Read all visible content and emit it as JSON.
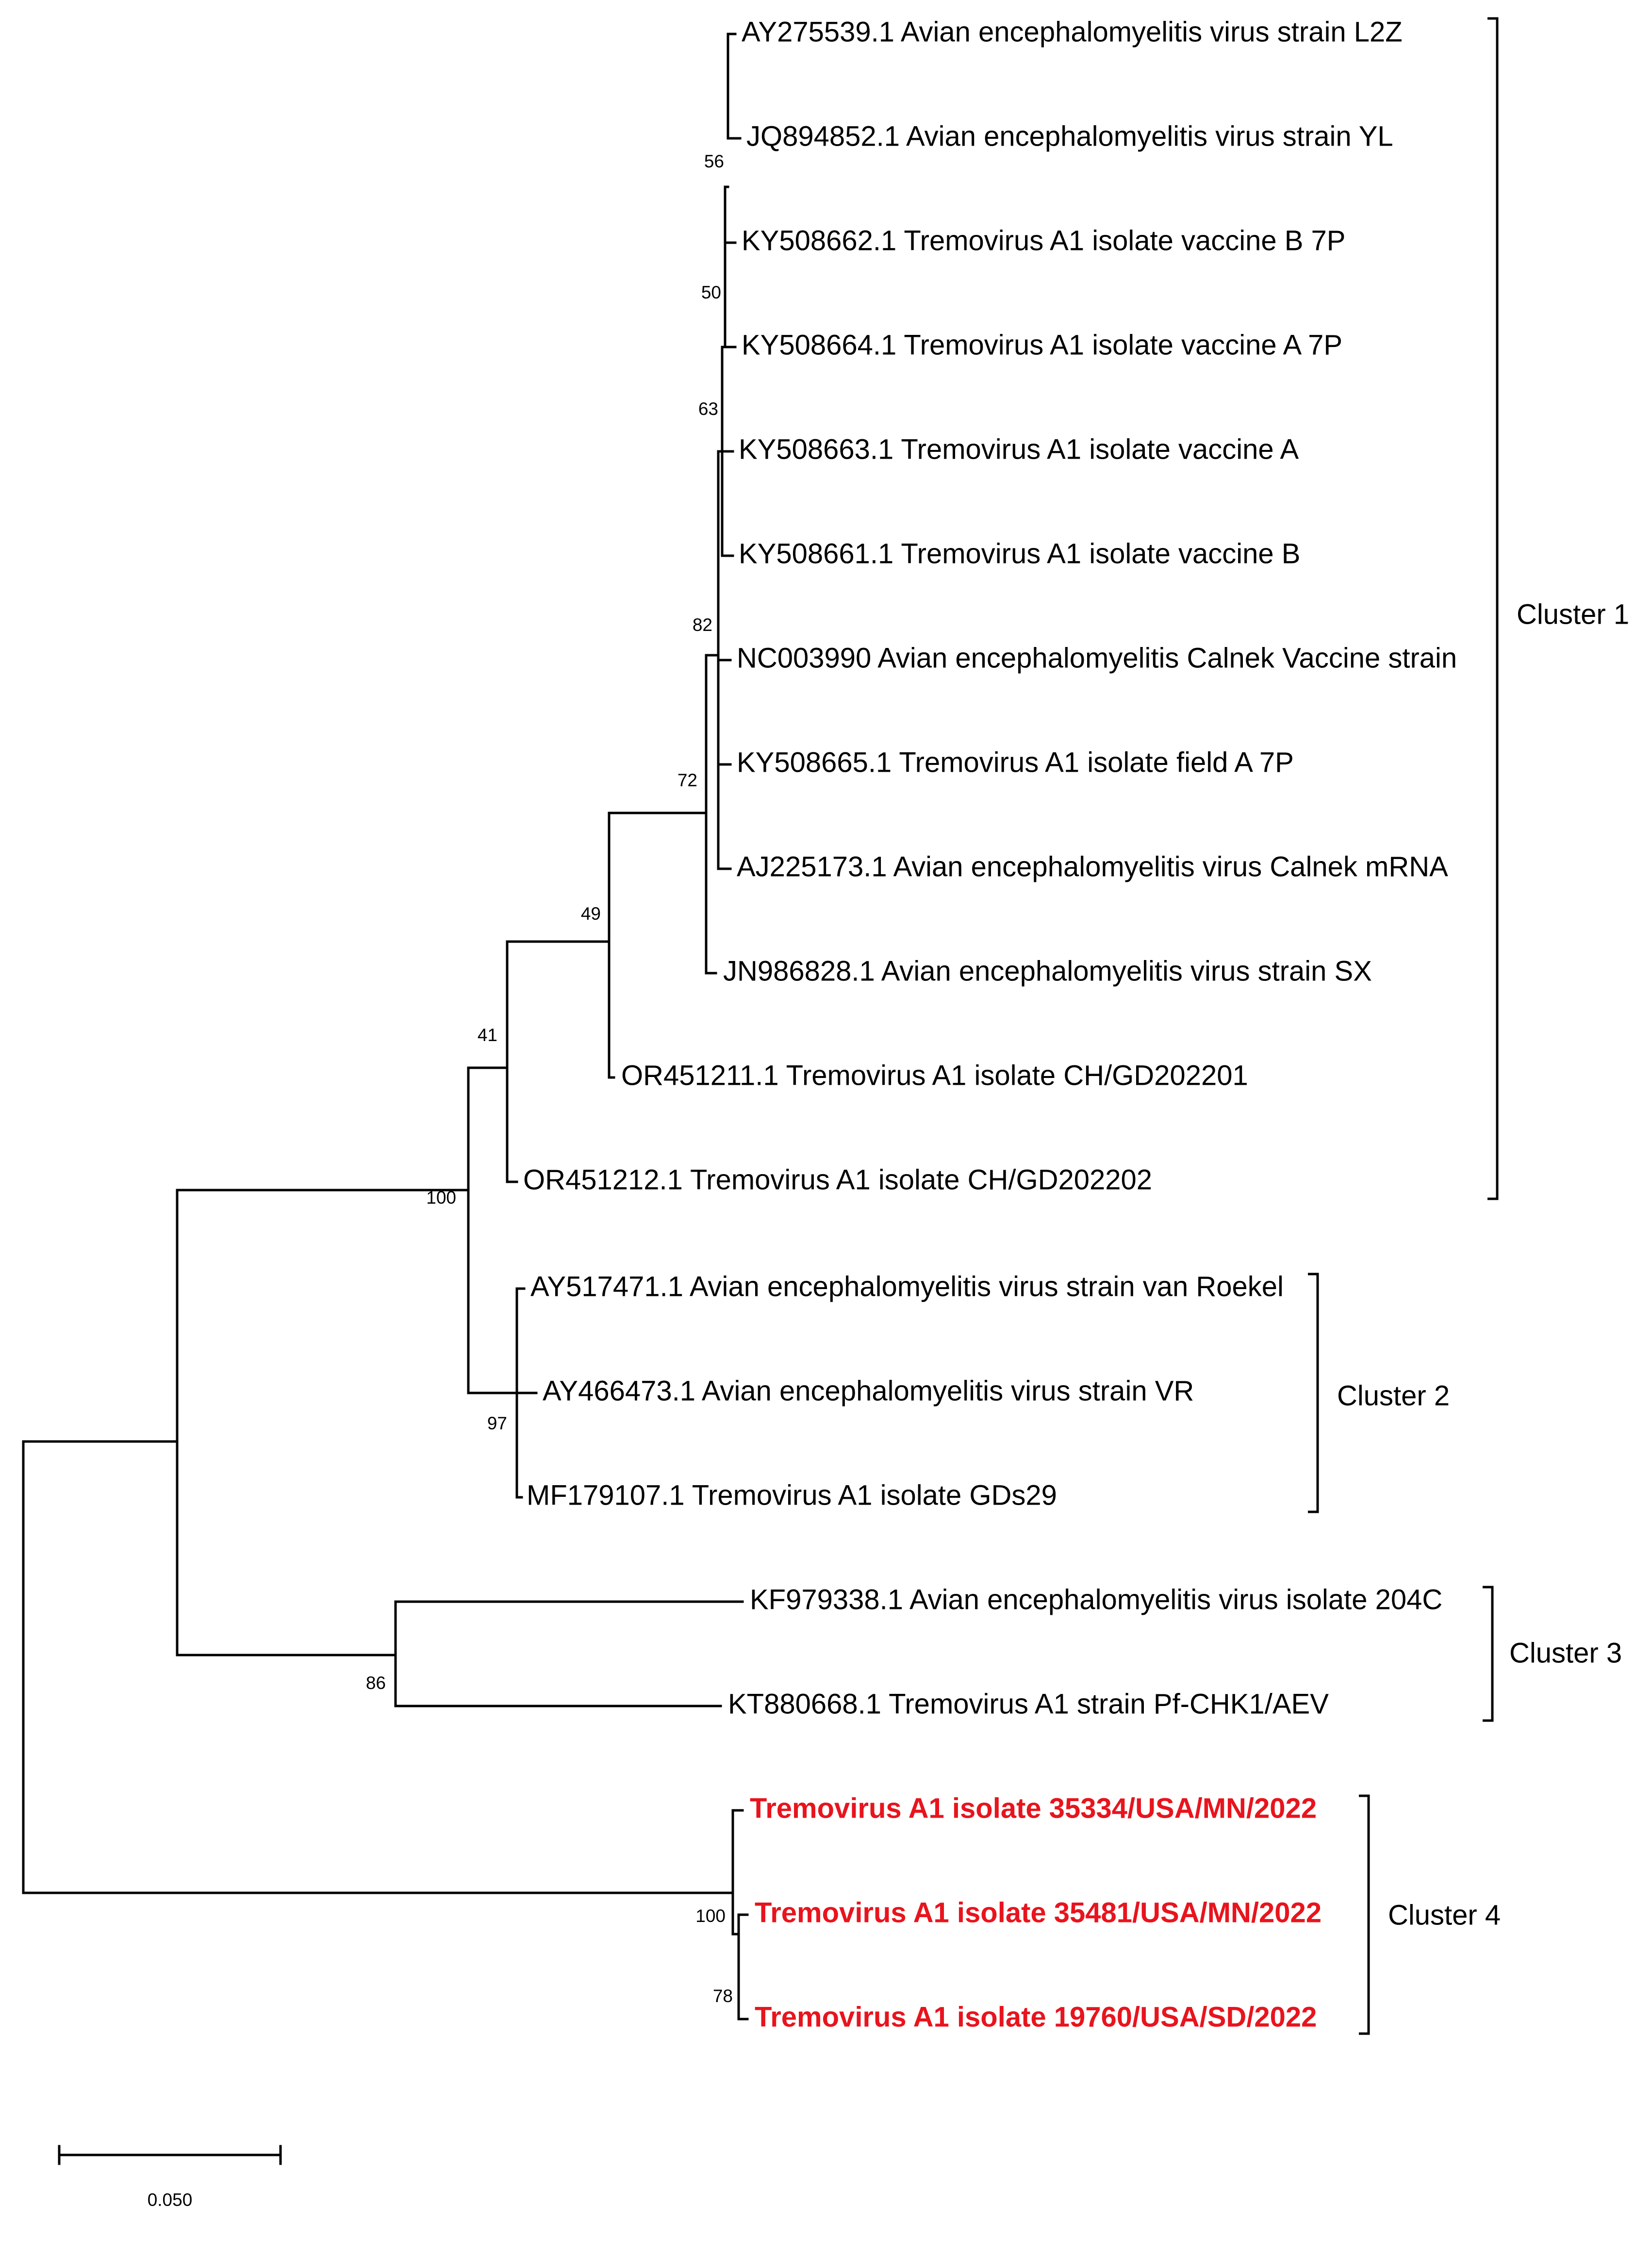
{
  "colors": {
    "line": "#000000",
    "highlight": "#e8141d"
  },
  "leaves": [
    {
      "id": "L1",
      "label": "AY275539.1 Avian encephalomyelitis virus strain L2Z"
    },
    {
      "id": "L2",
      "label": "JQ894852.1 Avian encephalomyelitis virus strain YL"
    },
    {
      "id": "L3",
      "label": "KY508662.1 Tremovirus A1 isolate vaccine B 7P"
    },
    {
      "id": "L4",
      "label": "KY508664.1 Tremovirus A1 isolate vaccine A 7P"
    },
    {
      "id": "L5",
      "label": "KY508663.1 Tremovirus A1 isolate vaccine A"
    },
    {
      "id": "L6",
      "label": "KY508661.1 Tremovirus A1 isolate vaccine B"
    },
    {
      "id": "L7",
      "label": "NC003990 Avian encephalomyelitis Calnek Vaccine strain"
    },
    {
      "id": "L8",
      "label": "KY508665.1 Tremovirus A1 isolate field A 7P"
    },
    {
      "id": "L9",
      "label": "AJ225173.1 Avian encephalomyelitis virus Calnek mRNA"
    },
    {
      "id": "L10",
      "label": "JN986828.1 Avian encephalomyelitis virus strain SX"
    },
    {
      "id": "L11",
      "label": "OR451211.1 Tremovirus A1 isolate CH/GD202201"
    },
    {
      "id": "L12",
      "label": "OR451212.1 Tremovirus A1 isolate CH/GD202202"
    },
    {
      "id": "L13",
      "label": "AY517471.1 Avian encephalomyelitis virus strain van Roekel"
    },
    {
      "id": "L14",
      "label": "AY466473.1 Avian encephalomyelitis virus strain VR"
    },
    {
      "id": "L15",
      "label": "MF179107.1 Tremovirus A1 isolate GDs29"
    },
    {
      "id": "L16",
      "label": "KF979338.1 Avian encephalomyelitis virus isolate 204C"
    },
    {
      "id": "L17",
      "label": "KT880668.1 Tremovirus A1 strain Pf-CHK1/AEV"
    },
    {
      "id": "L18",
      "label": "Tremovirus A1 isolate 35334/USA/MN/2022",
      "highlight": true
    },
    {
      "id": "L19",
      "label": "Tremovirus A1 isolate 35481/USA/MN/2022",
      "highlight": true
    },
    {
      "id": "L20",
      "label": "Tremovirus A1 isolate 19760/USA/SD/2022",
      "highlight": true
    }
  ],
  "bootstrap": [
    {
      "node": "n56",
      "value": "56"
    },
    {
      "node": "n50",
      "value": "50"
    },
    {
      "node": "n63",
      "value": "63"
    },
    {
      "node": "n82",
      "value": "82"
    },
    {
      "node": "n72",
      "value": "72"
    },
    {
      "node": "n49",
      "value": "49"
    },
    {
      "node": "n41",
      "value": "41"
    },
    {
      "node": "n100a",
      "value": "100"
    },
    {
      "node": "n97",
      "value": "97"
    },
    {
      "node": "n86",
      "value": "86"
    },
    {
      "node": "n100b",
      "value": "100"
    },
    {
      "node": "n78",
      "value": "78"
    }
  ],
  "clusters": [
    {
      "label": "Cluster 1",
      "from": "L1",
      "to": "L12"
    },
    {
      "label": "Cluster 2",
      "from": "L13",
      "to": "L15"
    },
    {
      "label": "Cluster 3",
      "from": "L16",
      "to": "L17"
    },
    {
      "label": "Cluster 4",
      "from": "L18",
      "to": "L20"
    }
  ],
  "scale_bar": {
    "label": "0.050",
    "length": 0.05
  }
}
